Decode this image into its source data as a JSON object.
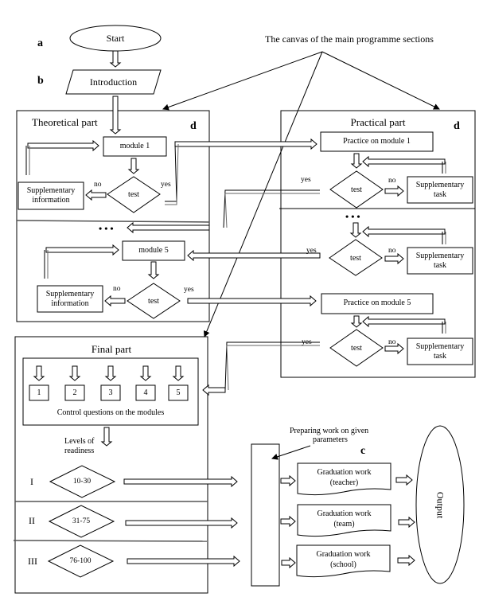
{
  "title": "The canvas of the main programme sections",
  "markers": {
    "a": "a",
    "b": "b",
    "c": "c",
    "d_left": "d",
    "d_right": "d"
  },
  "start": "Start",
  "introduction": "Introduction",
  "theoretical": {
    "title": "Theoretical part",
    "module_first": "module 1",
    "module_last": "module 5",
    "test": "test",
    "yes": "yes",
    "no": "no",
    "supplementary_line1": "Supplementary",
    "supplementary_line2": "information",
    "ellipsis": "• • •"
  },
  "practical": {
    "title": "Practical part",
    "practice_first": "Practice on module 1",
    "practice_last": "Practice on module 5",
    "test": "test",
    "yes": "yes",
    "no": "no",
    "supplementary_line1": "Supplementary",
    "supplementary_line2": "task",
    "ellipsis": "• • •"
  },
  "final": {
    "title": "Final part",
    "questions": [
      "1",
      "2",
      "3",
      "4",
      "5"
    ],
    "questions_caption": "Control questions on the modules",
    "levels_line1": "Levels of",
    "levels_line2": "readiness",
    "levels": [
      {
        "numeral": "I",
        "range": "10-30"
      },
      {
        "numeral": "II",
        "range": "31-75"
      },
      {
        "numeral": "III",
        "range": "76-100"
      }
    ]
  },
  "preparing": {
    "line1": "Preparing work on given",
    "line2": "parameters"
  },
  "graduation": [
    {
      "line1": "Graduation work",
      "line2": "(teacher)"
    },
    {
      "line1": "Graduation work",
      "line2": "(team)"
    },
    {
      "line1": "Graduation work",
      "line2": "(school)"
    }
  ],
  "output": "Output"
}
